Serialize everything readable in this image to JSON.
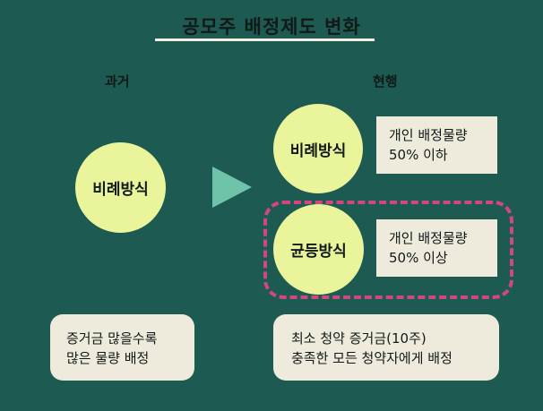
{
  "title": "공모주 배정제도 변화",
  "columns": {
    "past": "과거",
    "current": "현행"
  },
  "past": {
    "method": "비례방식",
    "note_line1": "증거금 많을수록",
    "note_line2": "많은 물량 배정"
  },
  "current": {
    "proportional": {
      "method": "비례방식",
      "detail_line1": "개인 배정물량",
      "detail_line2": "50% 이하"
    },
    "equal": {
      "method": "균등방식",
      "detail_line1": "개인 배정물량",
      "detail_line2": "50% 이상"
    },
    "note_line1": "최소 청약 증거금(10주)",
    "note_line2": "충족한 모든 청약자에게 배정"
  },
  "colors": {
    "background": "#1d5a52",
    "circle": "#eaf49b",
    "box": "#efebdc",
    "arrow": "#6ec3a8",
    "highlight_dashed": "#d2477d"
  }
}
